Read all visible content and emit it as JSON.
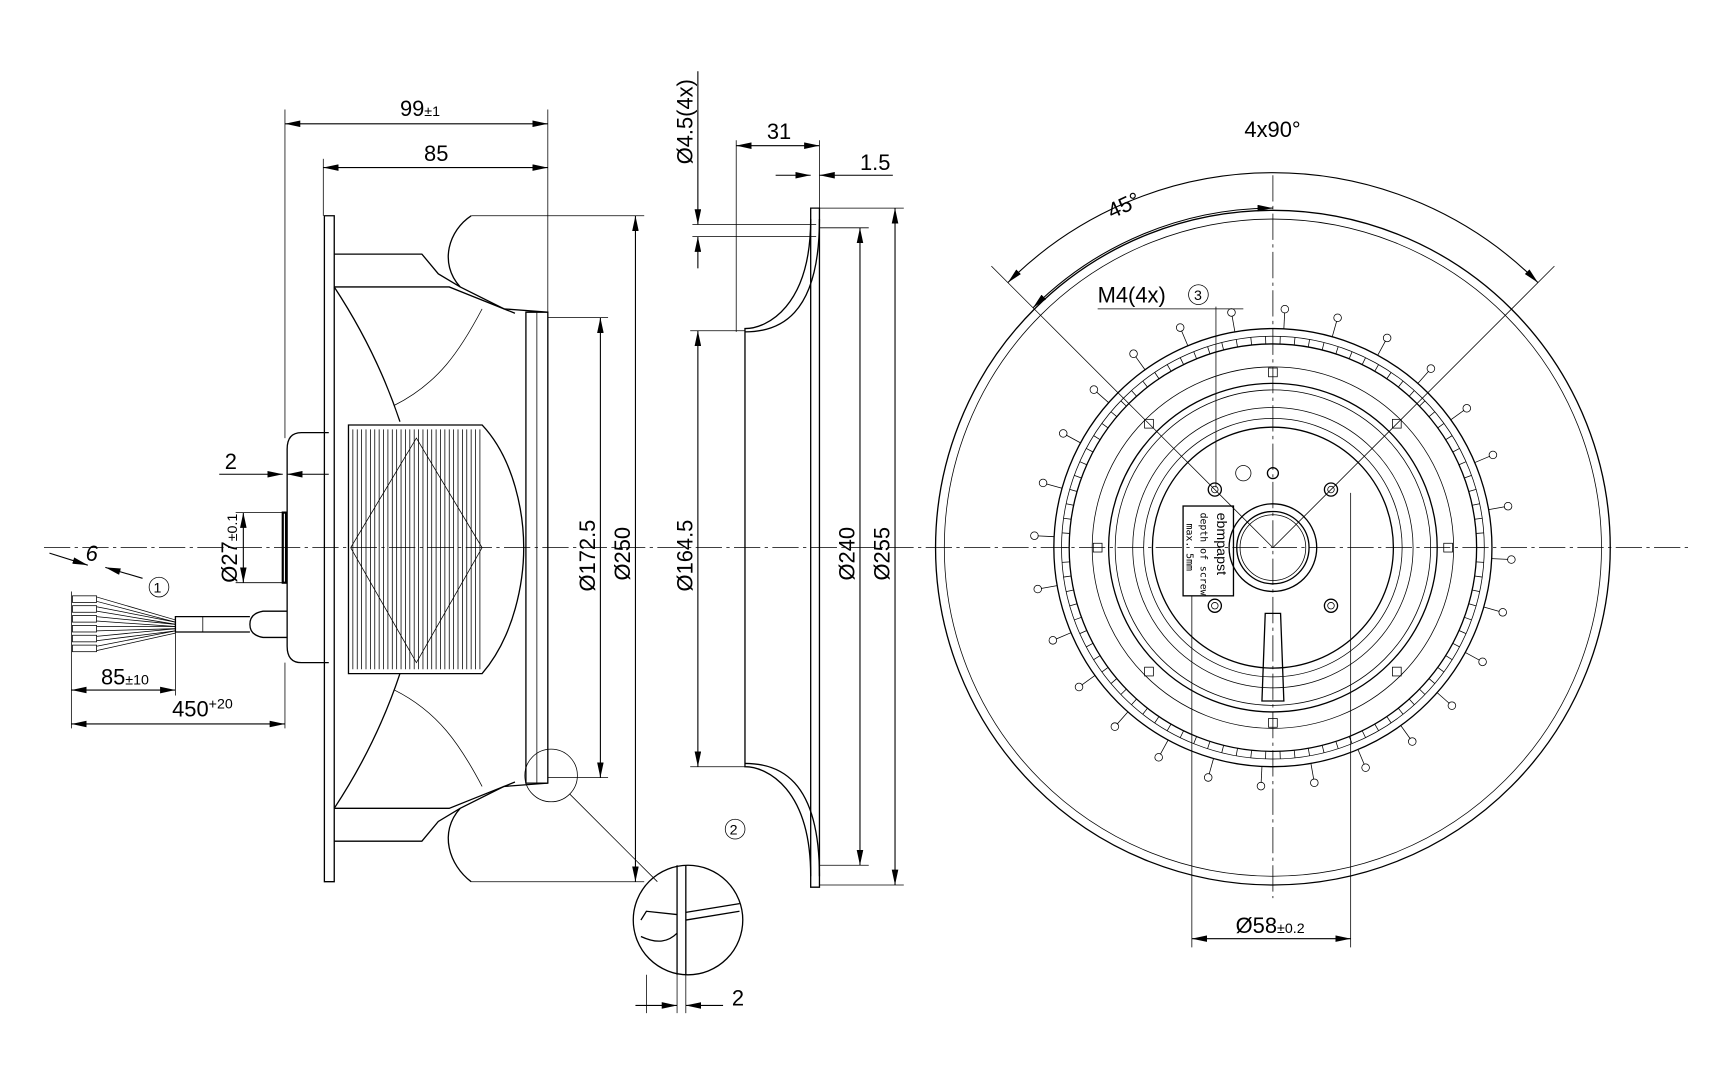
{
  "side_view": {
    "dim_overall_width": "99",
    "dim_overall_width_tol": "±1",
    "dim_impeller_width": "85",
    "dim_hub_offset": "2",
    "dim_hub_diameter": "Ø27",
    "dim_hub_diameter_tol": "±0.1",
    "dim_wire_strip": "6",
    "callout_1": "1",
    "dim_wire_length": "85",
    "dim_wire_length_tol": "±10",
    "dim_cable_length": "450",
    "dim_cable_length_tol": "+20",
    "dim_inlet_diameter": "Ø172.5",
    "dim_outer_diameter": "Ø250"
  },
  "inlet_ring": {
    "dim_hole": "Ø4.5(4x)",
    "dim_depth": "31",
    "dim_thickness": "1.5",
    "dim_inner_diameter": "Ø164.5",
    "dim_bolt_circle": "Ø240",
    "dim_outer_diameter": "Ø255",
    "callout_2": "2",
    "detail_dim_gap": "2"
  },
  "front_view": {
    "dim_angle_pattern": "4x90°",
    "dim_angle_offset": "45°",
    "dim_thread": "M4(4x)",
    "callout_3": "3",
    "dim_hub_bore": "Ø58",
    "dim_hub_bore_tol": "±0.2",
    "nameplate": {
      "brand": "ebmpapst",
      "line1": "depth of screw",
      "line2": "max. 5mm"
    }
  }
}
